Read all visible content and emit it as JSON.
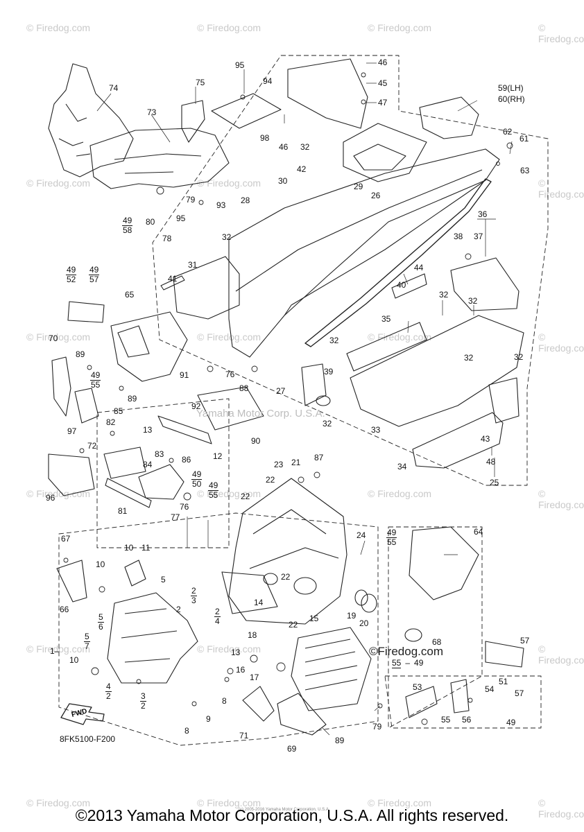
{
  "watermark": {
    "text": "© Firedog.com"
  },
  "center_watermark": "Yamaha Motor Corp. U.S.A.",
  "inline_watermark": "©Firedog.com",
  "diagram_code": "8FK5100-F200",
  "fwd_label": "FWD",
  "fine_print": "(c) 2005-2016 Yamaha Motor Corporation, U.S.A.",
  "copyright": "©2013 Yamaha Motor Corporation, U.S.A. All rights reserved.",
  "callouts": [
    {
      "id": "c46a",
      "label": "46"
    },
    {
      "id": "c45",
      "label": "45"
    },
    {
      "id": "c47",
      "label": "47"
    },
    {
      "id": "c46b",
      "label": "46"
    },
    {
      "id": "c59",
      "label": "59(LH)"
    },
    {
      "id": "c60",
      "label": "60(RH)"
    },
    {
      "id": "c62",
      "label": "62"
    },
    {
      "id": "c61",
      "label": "61"
    },
    {
      "id": "c63",
      "label": "63"
    },
    {
      "id": "c95a",
      "label": "95"
    },
    {
      "id": "c94",
      "label": "94"
    },
    {
      "id": "c75",
      "label": "75"
    },
    {
      "id": "c74",
      "label": "74"
    },
    {
      "id": "c73",
      "label": "73"
    },
    {
      "id": "c98",
      "label": "98"
    },
    {
      "id": "c32a",
      "label": "32"
    },
    {
      "id": "c42",
      "label": "42"
    },
    {
      "id": "c30",
      "label": "30"
    },
    {
      "id": "c29",
      "label": "29"
    },
    {
      "id": "c26",
      "label": "26"
    },
    {
      "id": "c79a",
      "label": "79"
    },
    {
      "id": "c93",
      "label": "93"
    },
    {
      "id": "c28",
      "label": "28"
    },
    {
      "id": "c95b",
      "label": "95"
    },
    {
      "id": "c80",
      "label": "80"
    },
    {
      "id": "c78",
      "label": "78"
    },
    {
      "id": "c32b",
      "label": "32"
    },
    {
      "id": "c36",
      "label": "36"
    },
    {
      "id": "c38",
      "label": "38"
    },
    {
      "id": "c37",
      "label": "37"
    },
    {
      "id": "c31",
      "label": "31"
    },
    {
      "id": "c41",
      "label": "41"
    },
    {
      "id": "c44",
      "label": "44"
    },
    {
      "id": "c40",
      "label": "40"
    },
    {
      "id": "c65",
      "label": "65"
    },
    {
      "id": "c32c",
      "label": "32"
    },
    {
      "id": "c32d",
      "label": "32"
    },
    {
      "id": "c35",
      "label": "35"
    },
    {
      "id": "c32e",
      "label": "32"
    },
    {
      "id": "c32f",
      "label": "32"
    },
    {
      "id": "c32g",
      "label": "32"
    },
    {
      "id": "c70",
      "label": "70"
    },
    {
      "id": "c89a",
      "label": "89"
    },
    {
      "id": "c91",
      "label": "91"
    },
    {
      "id": "c76a",
      "label": "76"
    },
    {
      "id": "c88",
      "label": "88"
    },
    {
      "id": "c39",
      "label": "39"
    },
    {
      "id": "c27",
      "label": "27"
    },
    {
      "id": "c89b",
      "label": "89"
    },
    {
      "id": "c92",
      "label": "92"
    },
    {
      "id": "c32h",
      "label": "32"
    },
    {
      "id": "c33",
      "label": "33"
    },
    {
      "id": "c43",
      "label": "43"
    },
    {
      "id": "c85",
      "label": "85"
    },
    {
      "id": "c82",
      "label": "82"
    },
    {
      "id": "c13a",
      "label": "13"
    },
    {
      "id": "c97",
      "label": "97"
    },
    {
      "id": "c72",
      "label": "72"
    },
    {
      "id": "c90",
      "label": "90"
    },
    {
      "id": "c12",
      "label": "12"
    },
    {
      "id": "c83",
      "label": "83"
    },
    {
      "id": "c86",
      "label": "86"
    },
    {
      "id": "c84",
      "label": "84"
    },
    {
      "id": "c87",
      "label": "87"
    },
    {
      "id": "c23",
      "label": "23"
    },
    {
      "id": "c21",
      "label": "21"
    },
    {
      "id": "c48",
      "label": "48"
    },
    {
      "id": "c34",
      "label": "34"
    },
    {
      "id": "c25",
      "label": "25"
    },
    {
      "id": "c96",
      "label": "96"
    },
    {
      "id": "c22a",
      "label": "22"
    },
    {
      "id": "c81",
      "label": "81"
    },
    {
      "id": "c22b",
      "label": "22"
    },
    {
      "id": "c76b",
      "label": "76"
    },
    {
      "id": "c77",
      "label": "77"
    },
    {
      "id": "c24",
      "label": "24"
    },
    {
      "id": "c64",
      "label": "64"
    },
    {
      "id": "c67",
      "label": "67"
    },
    {
      "id": "c10a",
      "label": "10"
    },
    {
      "id": "c11",
      "label": "11"
    },
    {
      "id": "c10b",
      "label": "10"
    },
    {
      "id": "c5a",
      "label": "5"
    },
    {
      "id": "c22c",
      "label": "22"
    },
    {
      "id": "c66",
      "label": "66"
    },
    {
      "id": "c2a",
      "label": "2"
    },
    {
      "id": "c14",
      "label": "14"
    },
    {
      "id": "c19",
      "label": "19"
    },
    {
      "id": "c20",
      "label": "20"
    },
    {
      "id": "c15",
      "label": "15"
    },
    {
      "id": "c22d",
      "label": "22"
    },
    {
      "id": "c57a",
      "label": "57"
    },
    {
      "id": "c68",
      "label": "68"
    },
    {
      "id": "c18",
      "label": "18"
    },
    {
      "id": "c1",
      "label": "1–"
    },
    {
      "id": "c13b",
      "label": "13"
    },
    {
      "id": "c16",
      "label": "16"
    },
    {
      "id": "c17",
      "label": "17"
    },
    {
      "id": "c10c",
      "label": "10"
    },
    {
      "id": "c51",
      "label": "51"
    },
    {
      "id": "c57b",
      "label": "57"
    },
    {
      "id": "c8a",
      "label": "8"
    },
    {
      "id": "c53",
      "label": "53"
    },
    {
      "id": "c54",
      "label": "54"
    },
    {
      "id": "c9",
      "label": "9"
    },
    {
      "id": "c79b",
      "label": "79"
    },
    {
      "id": "c71",
      "label": "71"
    },
    {
      "id": "c89c",
      "label": "89"
    },
    {
      "id": "c55a",
      "label": "55"
    },
    {
      "id": "c56",
      "label": "56"
    },
    {
      "id": "c8b",
      "label": "8"
    },
    {
      "id": "c69",
      "label": "69"
    },
    {
      "id": "c49a",
      "label": "49"
    }
  ],
  "fractions": [
    {
      "id": "f49-58",
      "top": "49",
      "bottom": "58"
    },
    {
      "id": "f49-52",
      "top": "49",
      "bottom": "52"
    },
    {
      "id": "f49-57",
      "top": "49",
      "bottom": "57"
    },
    {
      "id": "f49-55a",
      "top": "49",
      "bottom": "55"
    },
    {
      "id": "f49-50",
      "top": "49",
      "bottom": "50"
    },
    {
      "id": "f49-55b",
      "top": "49",
      "bottom": "55"
    },
    {
      "id": "f49-55c",
      "top": "49",
      "bottom": "55"
    },
    {
      "id": "f2-3",
      "top": "2",
      "bottom": "3"
    },
    {
      "id": "f2-4",
      "top": "2",
      "bottom": "4"
    },
    {
      "id": "f5-6",
      "top": "5",
      "bottom": "6"
    },
    {
      "id": "f5-7",
      "top": "5",
      "bottom": "7"
    },
    {
      "id": "f4-2",
      "top": "4",
      "bottom": "2"
    },
    {
      "id": "f3-2",
      "top": "3",
      "bottom": "2"
    },
    {
      "id": "f55-49",
      "top": "55",
      "bottom": "49"
    }
  ]
}
